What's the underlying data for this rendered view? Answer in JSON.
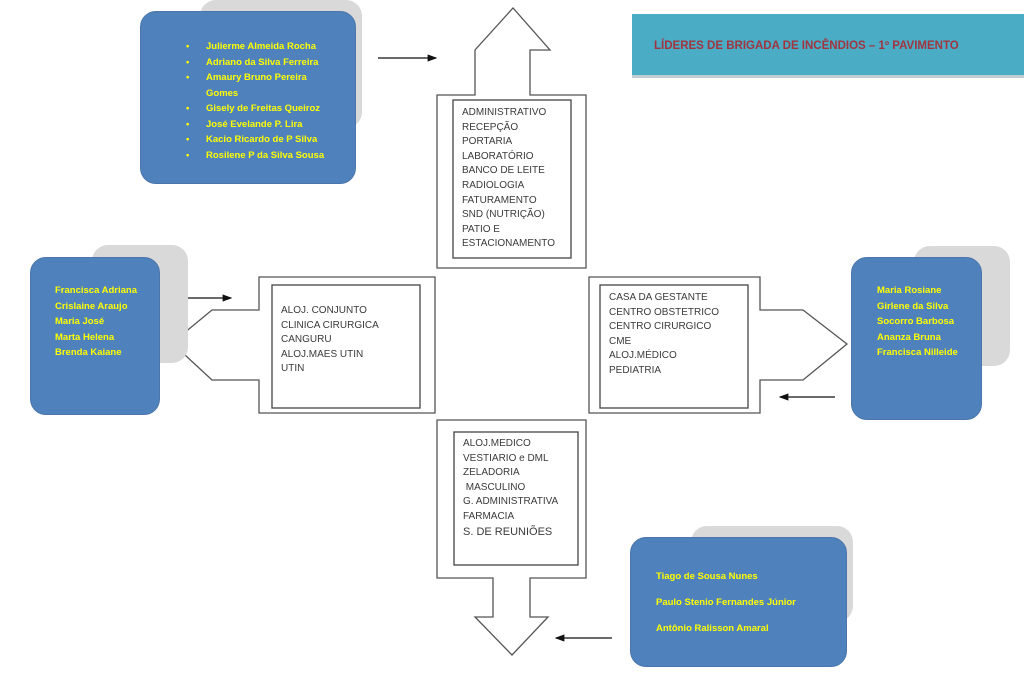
{
  "title": "LÍDERES DE BRIGADA DE INCÊNDIOS – 1º PAVIMENTO",
  "colors": {
    "card_fill": "#4f81bd",
    "card_text": "#ffff00",
    "shadow": "#d9d9d9",
    "title_bar": "#4bacc6",
    "title_text": "#a0353f",
    "outline": "#555555"
  },
  "sectors": {
    "north": {
      "direction": "up",
      "areas": [
        "ADMINISTRATIVO",
        "RECEPÇÃO",
        "PORTARIA",
        "LABORATÓRIO",
        "BANCO DE LEITE",
        "RADIOLOGIA",
        "FATURAMENTO",
        "SND (NUTRIÇÃO)",
        "PATIO E",
        "ESTACIONAMENTO"
      ]
    },
    "west": {
      "direction": "left",
      "areas": [
        "ALOJ. CONJUNTO",
        "CLINICA CIRURGICA",
        "CANGURU",
        "ALOJ.MAES UTIN",
        "UTIN"
      ]
    },
    "east": {
      "direction": "right",
      "areas": [
        "CASA DA GESTANTE",
        "CENTRO OBSTETRICO",
        "CENTRO CIRURGICO",
        "CME",
        "ALOJ.MÉDICO",
        "PEDIATRIA"
      ]
    },
    "south": {
      "direction": "down",
      "areas": [
        "ALOJ.MEDICO",
        "VESTIARIO e DML",
        "ZELADORIA",
        " MASCULINO",
        "G. ADMINISTRATIVA",
        "FARMACIA",
        "S. DE REUNIÕES"
      ]
    }
  },
  "leaders": {
    "north": {
      "bullet": "•",
      "names": [
        "Julierme Almeida Rocha",
        "Adriano da Silva Ferreira",
        "Amaury Bruno Pereira",
        "Gomes",
        "Gisely de Freitas Queiroz",
        "José Evelande P. Lira",
        "Kacio Ricardo de P Silva",
        "Rosilene P da Silva Sousa"
      ]
    },
    "west": {
      "names": [
        "Francisca Adriana",
        "Crislaine Araujo",
        "Maria José",
        "Marta Helena",
        "Brenda Kaiane"
      ]
    },
    "east": {
      "names": [
        "Maria Rosiane",
        "Girlene da Silva",
        "Socorro Barbosa",
        "Ananza Bruna",
        "Francisca Nilleide"
      ]
    },
    "south": {
      "names": [
        "Tiago de Sousa Nunes",
        "Paulo Stenio Fernandes Júnior",
        "Antônio Ralisson Amaral"
      ]
    }
  }
}
